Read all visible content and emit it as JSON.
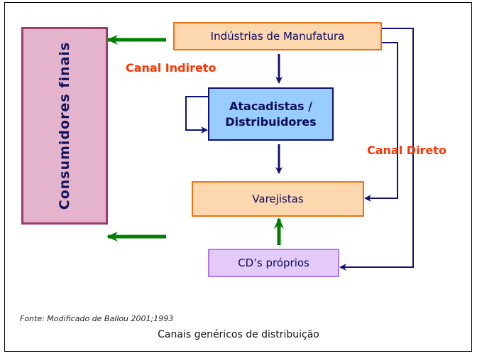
{
  "diagram": {
    "nodes": {
      "consumidores": "Consumidores finais",
      "industrias": "Indústrias de Manufatura",
      "atacadistas_line1": "Atacadistas /",
      "atacadistas_line2": "Distribuidores",
      "varejistas": "Varejistas",
      "cds": "CD’s próprios"
    },
    "labels": {
      "canal_indireto": "Canal Indireto",
      "canal_direto": "Canal Direto"
    },
    "edges": [
      {
        "from": "industrias",
        "to": "consumidores",
        "color": "#008000"
      },
      {
        "from": "industrias",
        "to": "atacadistas",
        "color": "#101070"
      },
      {
        "from": "atacadistas",
        "to": "atacadistas",
        "color": "#101070"
      },
      {
        "from": "atacadistas",
        "to": "varejistas",
        "color": "#101070"
      },
      {
        "from": "industrias",
        "to": "varejistas",
        "color": "#101070"
      },
      {
        "from": "industrias",
        "to": "cds",
        "color": "#101070"
      },
      {
        "from": "cds",
        "to": "varejistas",
        "color": "#008000"
      },
      {
        "from": "varejistas",
        "to": "consumidores",
        "color": "#008000"
      }
    ]
  },
  "footer": {
    "fonte": "Fonte: Modificado de Ballou 2001;1993",
    "caption": "Canais genéricos de distribuição"
  }
}
